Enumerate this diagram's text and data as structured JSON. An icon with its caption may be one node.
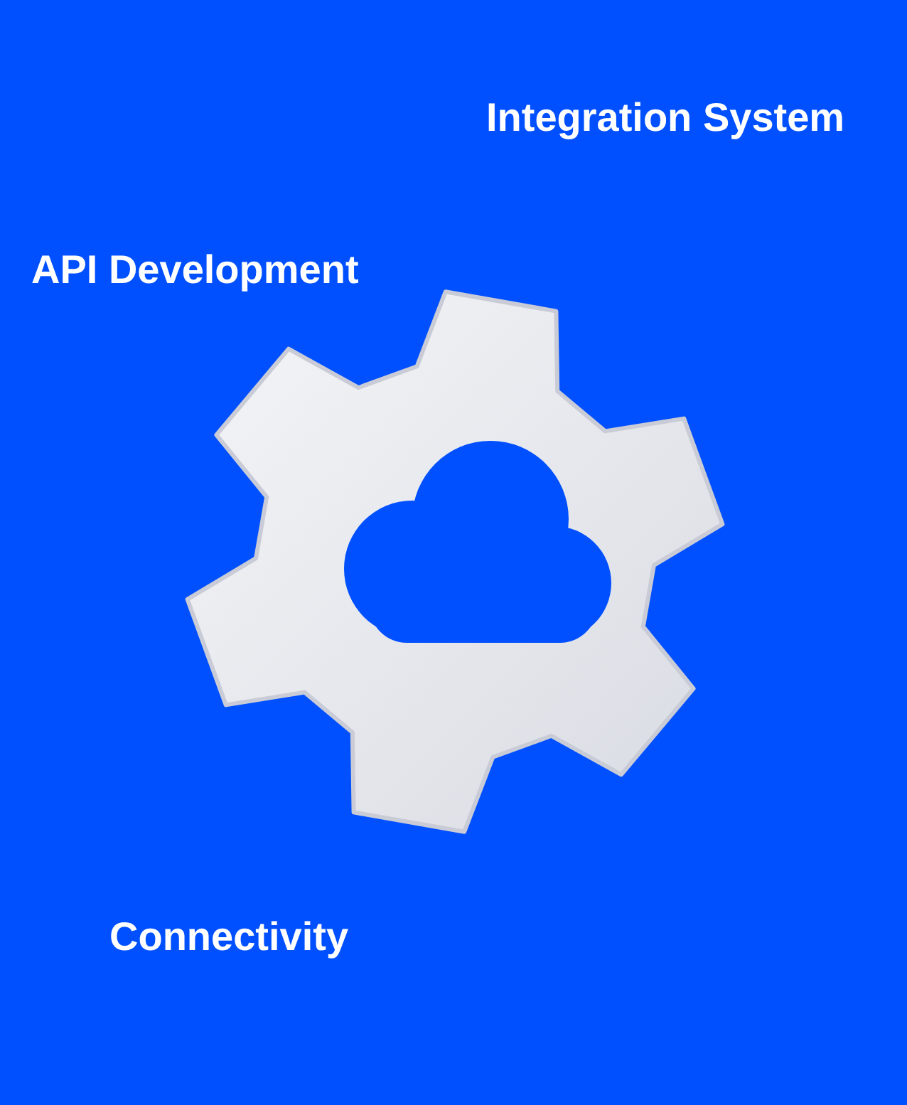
{
  "diagram": {
    "labels": [
      "Integration System",
      "API Development",
      "Connectivity"
    ]
  }
}
